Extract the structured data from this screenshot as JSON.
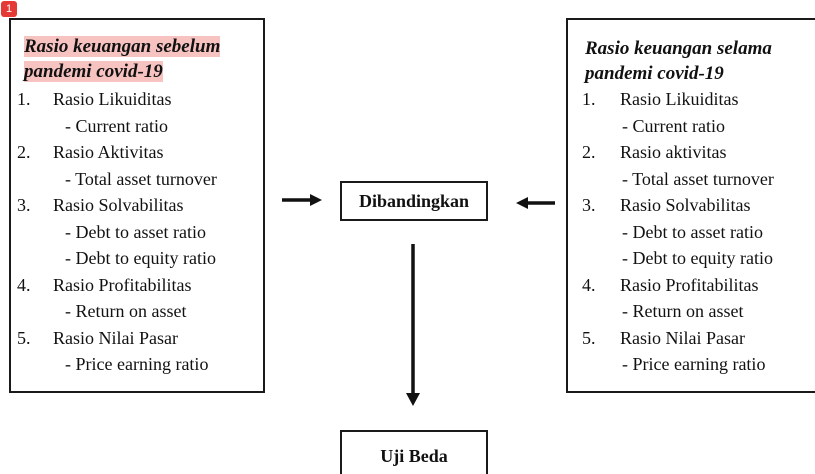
{
  "badge": "1",
  "left_box": {
    "title_line1": "Rasio keuangan sebelum",
    "title_line2": "pandemi covid-19",
    "items": [
      {
        "num": "1.",
        "label": "Rasio Likuiditas",
        "subs": [
          "- Current ratio"
        ]
      },
      {
        "num": "2.",
        "label": "Rasio Aktivitas",
        "subs": [
          "- Total asset turnover"
        ]
      },
      {
        "num": "3.",
        "label": "Rasio Solvabilitas",
        "subs": [
          "- Debt to asset ratio",
          "- Debt to equity ratio"
        ]
      },
      {
        "num": "4.",
        "label": "Rasio Profitabilitas",
        "subs": [
          "- Return on asset"
        ]
      },
      {
        "num": "5.",
        "label": "Rasio Nilai Pasar",
        "subs": [
          "- Price earning ratio"
        ]
      }
    ]
  },
  "right_box": {
    "title_line1": "Rasio keuangan selama",
    "title_line2": "pandemi covid-19",
    "items": [
      {
        "num": "1.",
        "label": "Rasio Likuiditas",
        "subs": [
          "- Current ratio"
        ]
      },
      {
        "num": "2.",
        "label": "Rasio aktivitas",
        "subs": [
          "- Total asset turnover"
        ]
      },
      {
        "num": "3.",
        "label": "Rasio Solvabilitas",
        "subs": [
          "- Debt to asset ratio",
          "- Debt to equity ratio"
        ]
      },
      {
        "num": "4.",
        "label": "Rasio Profitabilitas",
        "subs": [
          "- Return on asset"
        ]
      },
      {
        "num": "5.",
        "label": "Rasio Nilai Pasar",
        "subs": [
          "- Price earning ratio"
        ]
      }
    ]
  },
  "compare_label": "Dibandingkan",
  "test_label": "Uji Beda"
}
